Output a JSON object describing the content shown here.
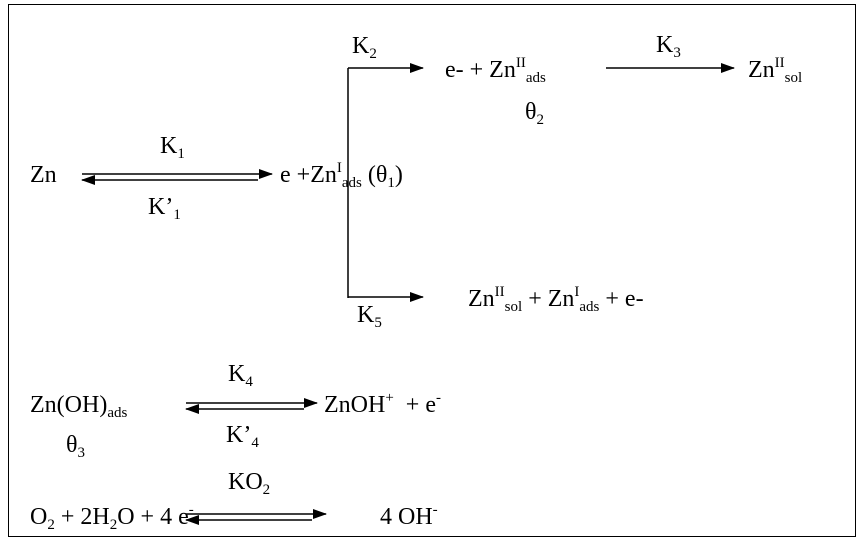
{
  "reactions": {
    "zn": "Zn",
    "k1": {
      "base": "K",
      "sub": "1"
    },
    "k1_rev": {
      "base": "K’",
      "sub": "1"
    },
    "intermediate": {
      "pre": "e +Zn",
      "sup": "I",
      "sub": "ads",
      "paren_open": " (θ",
      "paren_sub": "1",
      "paren_close": ")"
    },
    "k2": {
      "base": "K",
      "sub": "2"
    },
    "step2": {
      "pre": "e- + Zn",
      "sup": "II",
      "sub": "ads"
    },
    "theta2": {
      "base": "θ",
      "sub": "2"
    },
    "k3": {
      "base": "K",
      "sub": "3"
    },
    "step3": {
      "pre": "Zn",
      "sup": "II",
      "sub": "sol"
    },
    "k5": {
      "base": "K",
      "sub": "5"
    },
    "step5": {
      "a": "Zn",
      "a_sup": "II",
      "a_sub": "sol",
      "mid": " + Zn",
      "b_sup": "I",
      "b_sub": "ads",
      "end": " + e-"
    },
    "k4": {
      "base": "K",
      "sub": "4"
    },
    "k4_rev": {
      "base": "K’",
      "sub": "4"
    },
    "znoh": {
      "pre": "Zn(OH)",
      "sub": "ads"
    },
    "theta3": {
      "base": "θ",
      "sub": "3"
    },
    "znoh_prod": {
      "pre": "ZnOH",
      "sup": "+",
      "mid": "  + e",
      "sup2": "-"
    },
    "ko2": {
      "base": "KO",
      "sub": "2"
    },
    "o2_left": {
      "o": "O",
      "o_sub": "2",
      "mid": " + 2H",
      "h_sub": "2",
      "end": "O + 4 e",
      "sup": "-"
    },
    "o2_right": {
      "pre": "4 OH",
      "sup": "-"
    }
  }
}
